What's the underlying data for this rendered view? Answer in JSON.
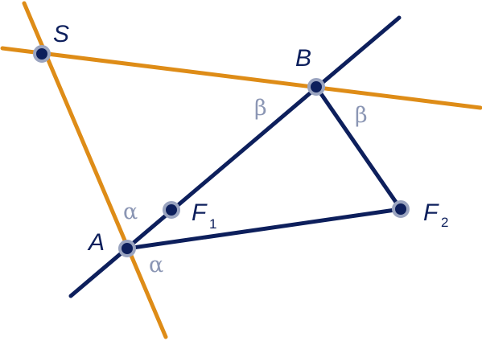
{
  "colors": {
    "orange_line": "#de8c17",
    "navy_line": "#0d1f5c",
    "point_fill": "#0d1f5c",
    "point_ring": "#9aa4c0",
    "angle_text": "#8b96b4",
    "label_text": "#0d1f5c"
  },
  "labels": {
    "S": "S",
    "B": "B",
    "A": "A",
    "F1_main": "F",
    "F1_sub": "1",
    "F2_main": "F",
    "F2_sub": "2",
    "beta_left": "β",
    "beta_right": "β",
    "alpha_top": "α",
    "alpha_bottom": "α"
  }
}
